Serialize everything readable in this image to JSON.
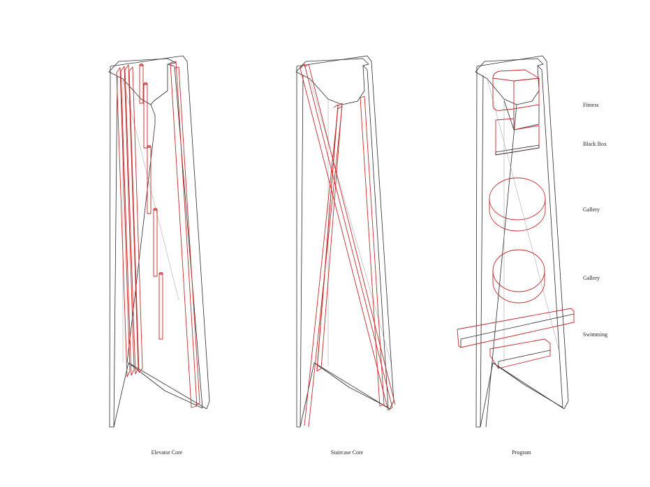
{
  "captions": {
    "left": "Elevator Core",
    "middle": "Staircase Core",
    "right": "Program"
  },
  "program_labels": [
    "Fitness",
    "Black Box",
    "Gallery",
    "Gallery",
    "Swimming"
  ],
  "colors": {
    "outline": "#2a2a2a",
    "highlight": "#c22a2a",
    "faint": "#9a9a9a"
  }
}
